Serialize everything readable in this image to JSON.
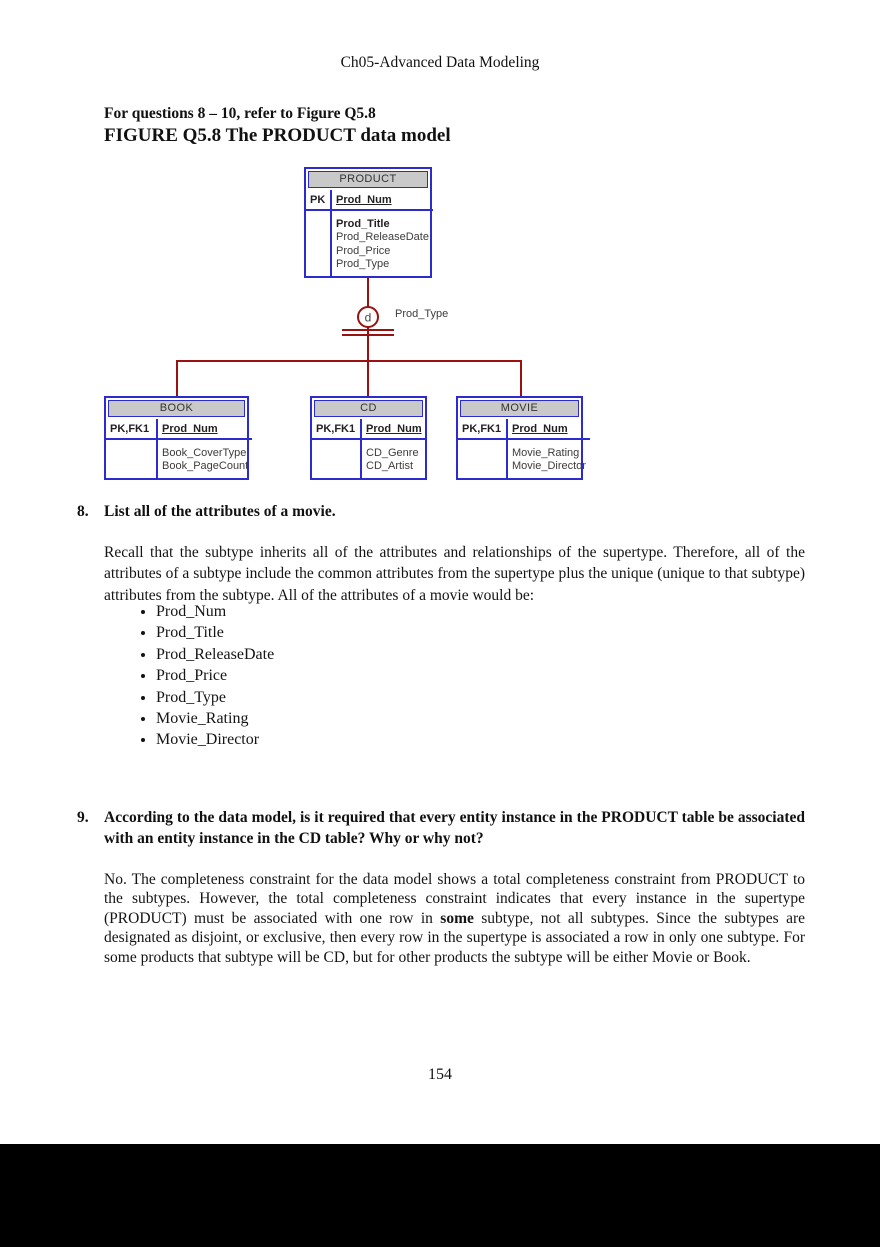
{
  "page": {
    "header": "Ch05-Advanced Data Modeling",
    "footer_page_number": "154"
  },
  "intro": {
    "line1": "For questions 8 – 10, refer to Figure Q5.8",
    "figure_title": "FIGURE Q5.8 The PRODUCT data model"
  },
  "diagram": {
    "colors": {
      "entity_border": "#2b2bd0",
      "header_fill": "#c9c9c9",
      "connector_red": "#991111"
    },
    "supertype": {
      "title": "PRODUCT",
      "key_label": "PK",
      "key_attribute": "Prod_Num",
      "attributes": [
        "Prod_Title",
        "Prod_ReleaseDate",
        "Prod_Price",
        "Prod_Type"
      ]
    },
    "disjoint_symbol": "d",
    "disjoint_label": "Prod_Type",
    "subtypes": [
      {
        "title": "BOOK",
        "key_label": "PK,FK1",
        "key_attribute": "Prod_Num",
        "attributes": [
          "Book_CoverType",
          "Book_PageCount"
        ]
      },
      {
        "title": "CD",
        "key_label": "PK,FK1",
        "key_attribute": "Prod_Num",
        "attributes": [
          "CD_Genre",
          "CD_Artist"
        ]
      },
      {
        "title": "MOVIE",
        "key_label": "PK,FK1",
        "key_attribute": "Prod_Num",
        "attributes": [
          "Movie_Rating",
          "Movie_Director"
        ]
      }
    ]
  },
  "questions": [
    {
      "number": "8.",
      "question": "List all of the attributes of a movie.",
      "answer_intro": "Recall that the subtype inherits all of the attributes and relationships of the supertype.  Therefore, all of the attributes of a subtype include the common attributes from the supertype plus the unique (unique to that subtype) attributes from the subtype.  All of the attributes of a movie would be:",
      "bullets": [
        "Prod_Num",
        "Prod_Title",
        "Prod_ReleaseDate",
        "Prod_Price",
        "Prod_Type",
        "Movie_Rating",
        "Movie_Director"
      ]
    },
    {
      "number": "9.",
      "question": "According to the data model, is it required that every entity instance in the PRODUCT table be associated with an entity instance in the CD table?  Why or why not?",
      "answer_parts": [
        "No.  The completeness constraint for the data model shows a total completeness constraint from PRODUCT to the subtypes.  However, the total completeness constraint indicates that every instance in the supertype (PRODUCT) must be associated with one row in ",
        "some",
        " subtype, not all subtypes.  Since the subtypes are designated as disjoint, or exclusive, then every row in the supertype is associated a row in only one subtype.  For some products that subtype will be CD, but for other products the subtype will be either Movie or Book."
      ]
    }
  ]
}
